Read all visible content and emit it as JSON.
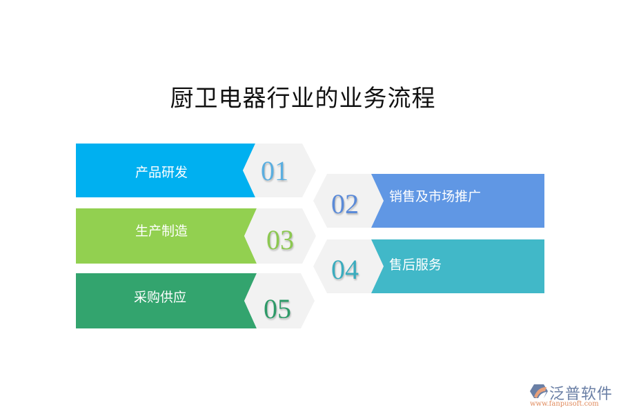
{
  "title": "厨卫电器行业的业务流程",
  "steps": [
    {
      "number": "01",
      "label": "产品研发",
      "color": "#00b0f0",
      "num_color": "#5aaee0"
    },
    {
      "number": "02",
      "label": "销售及市场推广",
      "color": "#6097e4",
      "num_color": "#5a8ad8"
    },
    {
      "number": "03",
      "label": "生产制造",
      "color": "#92d050",
      "num_color": "#8cc850"
    },
    {
      "number": "04",
      "label": "售后服务",
      "color": "#41b8c8",
      "num_color": "#3aacbe"
    },
    {
      "number": "05",
      "label": "采购供应",
      "color": "#33a46e",
      "num_color": "#2e9a68"
    }
  ],
  "hex_color": "#f2f2f2",
  "logo": {
    "name": "泛普软件",
    "url": "www.fanpusoft.com"
  }
}
